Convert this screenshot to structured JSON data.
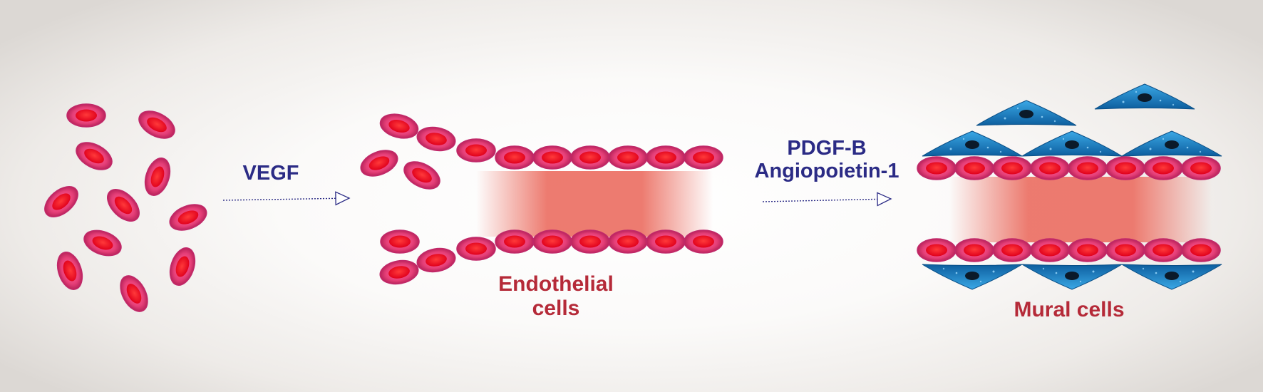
{
  "labels": {
    "vegf": "VEGF",
    "pdgf_b": "PDGF-B",
    "angiopoietin": "Angiopoietin-1",
    "endothelial_line1": "Endothelial",
    "endothelial_line2": "cells",
    "mural": "Mural cells"
  },
  "colors": {
    "factor_text": "#2b2b85",
    "cell_type_text": "#b52a38",
    "endothelial_cell": "#e8457a",
    "endothelial_nucleus": "#ff1a2e",
    "mural_cell": "#1f86c9",
    "lumen": "#ec7468",
    "arrow": "#2b2b85"
  }
}
